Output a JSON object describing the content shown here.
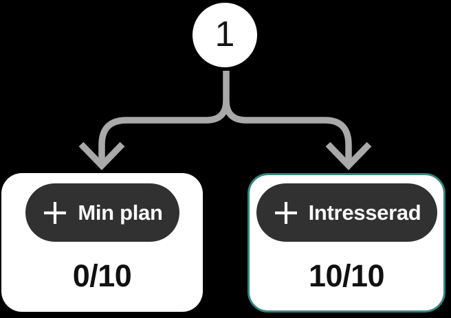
{
  "diagram": {
    "node": {
      "label": "1"
    },
    "connector": {
      "style": "curved-split-two-branches",
      "arrowheads": "down",
      "icon": "arrow-down-icon"
    },
    "cards": [
      {
        "id": "min-plan",
        "button_label": "Min plan",
        "button_icon": "plus-icon",
        "count": "0/10",
        "selected": false
      },
      {
        "id": "intresserad",
        "button_label": "Intresserad",
        "button_icon": "plus-icon",
        "count": "10/10",
        "selected": true
      }
    ],
    "colors": {
      "background": "#000000",
      "node_bg": "#ffffff",
      "node_text": "#141414",
      "connector": "#a9a9a9",
      "card_bg": "#ffffff",
      "card_selected_border": "#36857e",
      "button_bg": "#313131",
      "button_text": "#fafafa",
      "count_text": "#111111"
    }
  }
}
